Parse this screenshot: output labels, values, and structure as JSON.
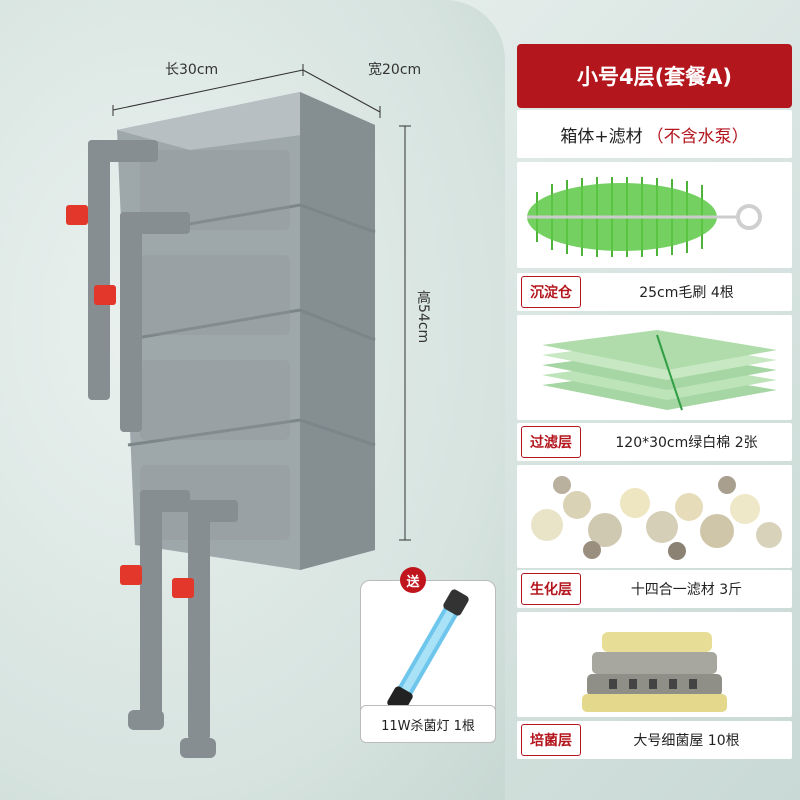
{
  "dimensions": {
    "length": "长30cm",
    "width": "宽20cm",
    "height": "高54cm"
  },
  "package": {
    "title": "小号4层(套餐A)",
    "subtitle_main": "箱体+滤材",
    "subtitle_note": "（不含水泵）"
  },
  "layers": [
    {
      "label": "沉淀仓",
      "value": "25cm毛刷 4根"
    },
    {
      "label": "过滤层",
      "value": "120*30cm绿白棉 2张"
    },
    {
      "label": "生化层",
      "value": "十四合一滤材 3斤"
    },
    {
      "label": "培菌层",
      "value": "大号细菌屋 10根"
    }
  ],
  "gift": {
    "badge": "送",
    "label": "11W杀菌灯 1根"
  },
  "colors": {
    "accent": "#b3161d",
    "valve": "#e2372a",
    "box": "#9aa3a6",
    "pipe": "#8a9295"
  }
}
